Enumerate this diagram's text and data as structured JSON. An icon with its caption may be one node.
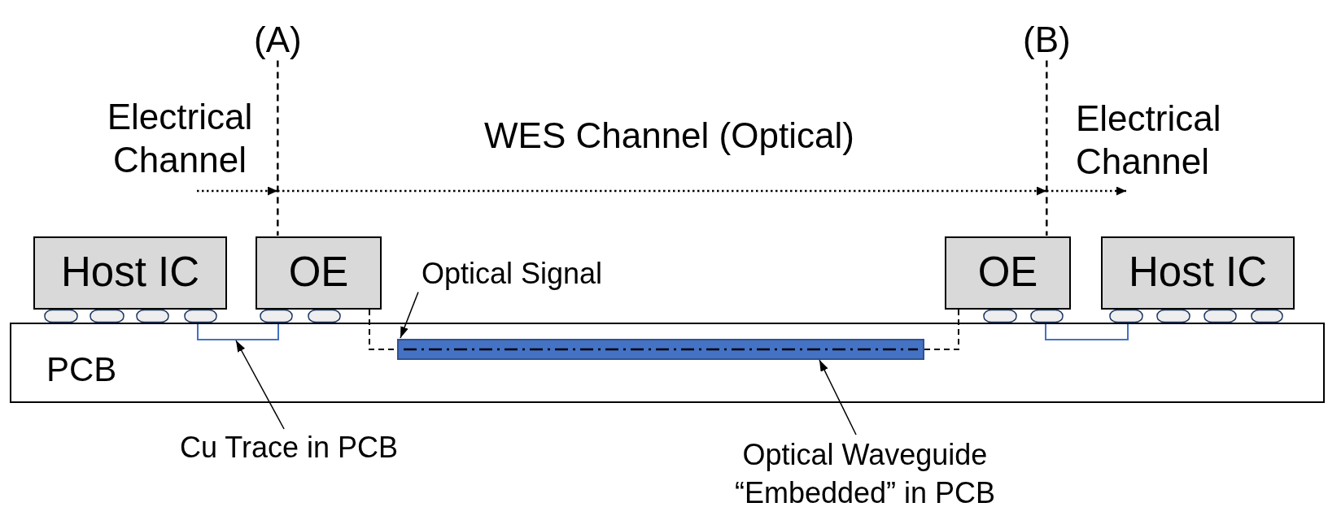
{
  "diagram": {
    "nodes": [
      {
        "text": [
          "(A)"
        ]
      },
      {
        "text": [
          "(B)"
        ]
      },
      {
        "text": [
          "Host IC"
        ]
      },
      {
        "text": [
          "OE"
        ]
      },
      {
        "text": [
          "Optical Signal"
        ]
      },
      {
        "text": [
          "OE"
        ]
      },
      {
        "text": [
          "Host IC"
        ]
      },
      {
        "text": [
          "PCB"
        ]
      },
      {
        "text": [],
        "shape": "line",
        "in": 7
      },
      {
        "text": [],
        "shape": "bar",
        "in": 7
      },
      {
        "text": [],
        "shape": "line",
        "in": 7
      },
      {
        "text": [
          "Cu Trace in PCB"
        ]
      },
      {
        "text": [
          "Optical Waveguide “Embedded” in PCB"
        ]
      }
    ],
    "edges": [
      {
        "from": 0,
        "to": 3,
        "arrow": "none",
        "style": "dashed"
      },
      {
        "from": 1,
        "to": 5,
        "arrow": "none",
        "style": "dashed"
      },
      {
        "from": 3,
        "to": 9,
        "arrow": "none",
        "style": "dashed"
      },
      {
        "from": 9,
        "to": 5,
        "arrow": "none",
        "style": "dashed"
      },
      {
        "from": 4,
        "to": 9,
        "arrow": "to"
      },
      {
        "from": 11,
        "to": 8,
        "arrow": "to"
      },
      {
        "from": 12,
        "to": 9,
        "arrow": "to"
      }
    ],
    "labels": [
      "Electrical Channel",
      "WES Channel (Optical)",
      "Electrical Channel"
    ]
  }
}
